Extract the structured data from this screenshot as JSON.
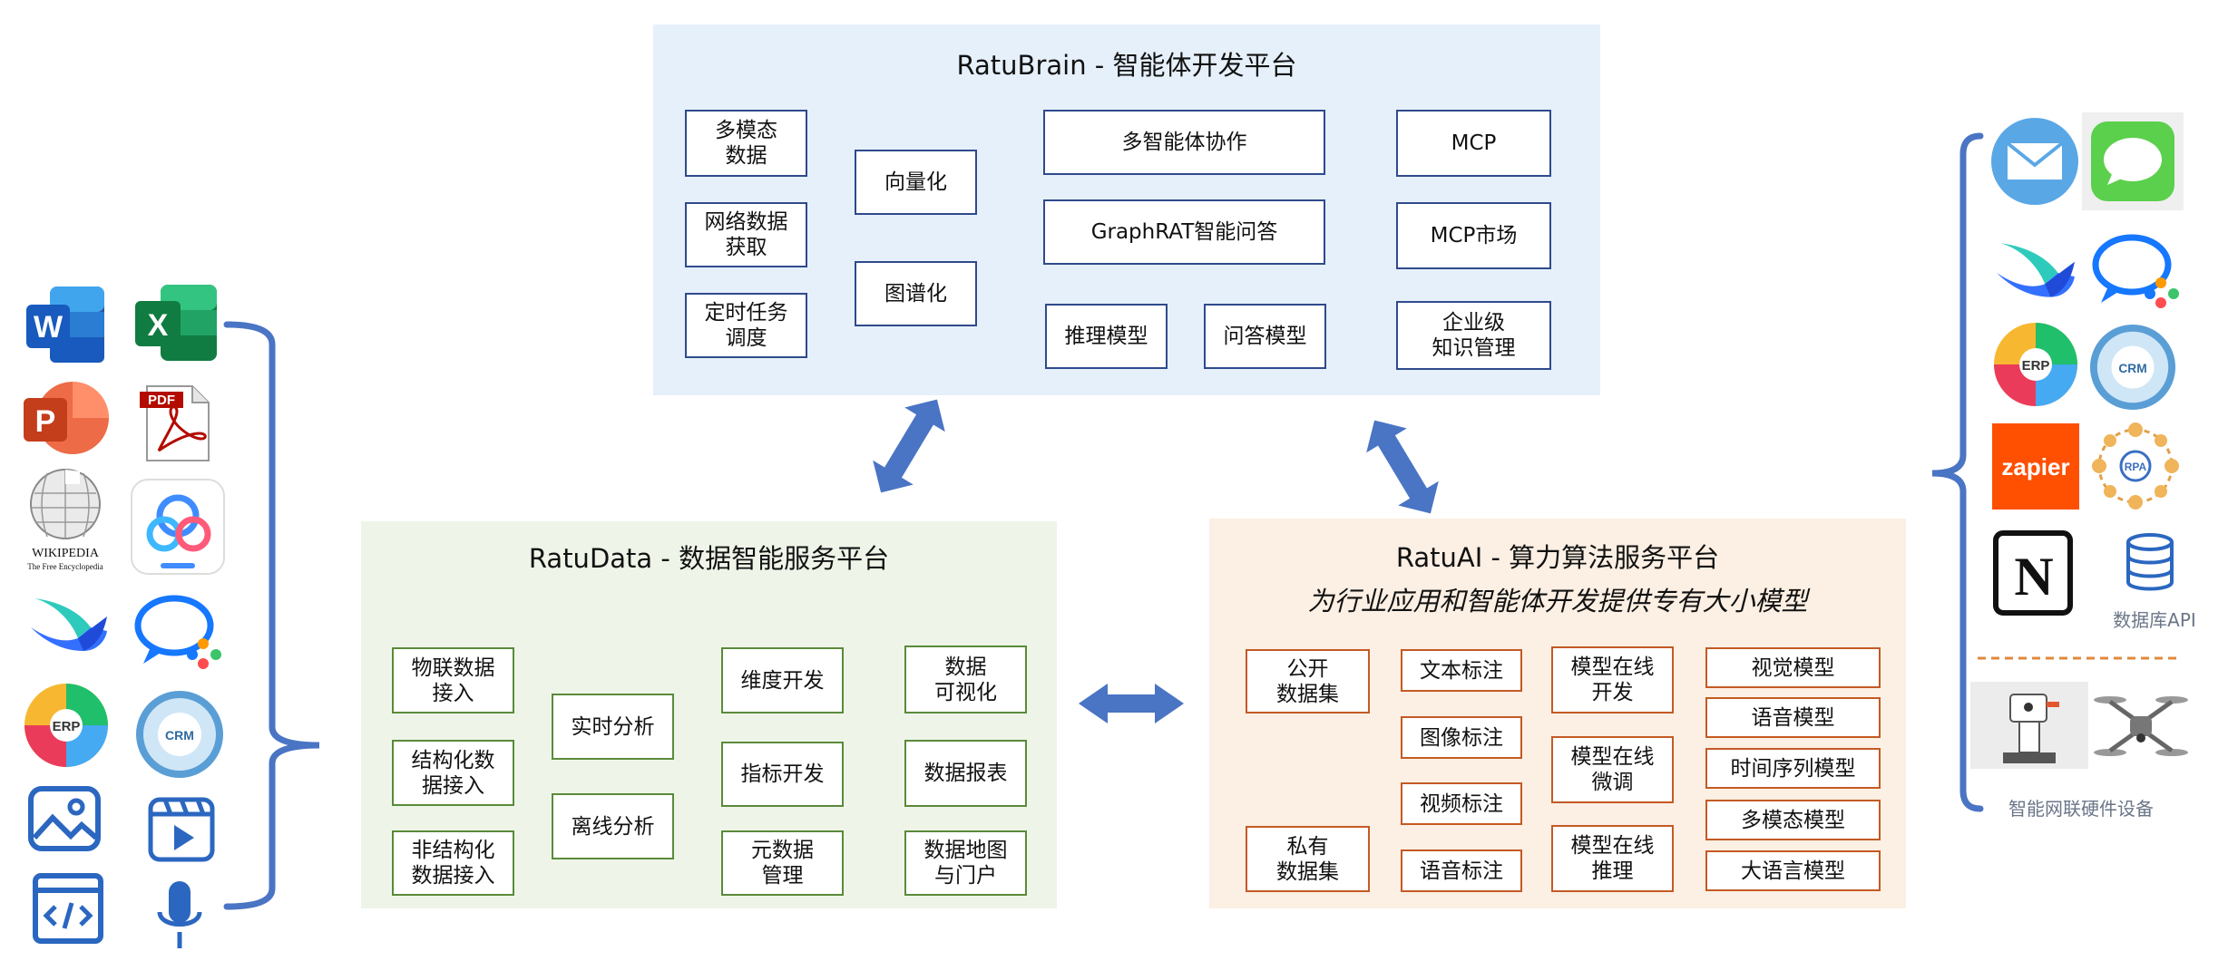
{
  "brain": {
    "title": "RatuBrain - 智能体开发平台",
    "boxes": {
      "multimodal": "多模态\n数据",
      "web": "网络数据\n获取",
      "schedule": "定时任务\n调度",
      "vector": "向量化",
      "graph": "图谱化",
      "multiagent": "多智能体协作",
      "graphrat": "GraphRAT智能问答",
      "reasoning": "推理模型",
      "qa": "问答模型",
      "mcp": "MCP",
      "mcpmarket": "MCP市场",
      "knowledge": "企业级\n知识管理"
    }
  },
  "data": {
    "title": "RatuData - 数据智能服务平台",
    "boxes": {
      "iot": "物联数据\n接入",
      "structured": "结构化数\n据接入",
      "unstructured": "非结构化\n数据接入",
      "realtime": "实时分析",
      "offline": "离线分析",
      "dimension": "维度开发",
      "metric": "指标开发",
      "metadata": "元数据\n管理",
      "visual": "数据\n可视化",
      "report": "数据报表",
      "map": "数据地图\n与门户"
    }
  },
  "ai": {
    "title": "RatuAI - 算力算法服务平台",
    "subtitle": "为行业应用和智能体开发提供专有大小模型",
    "boxes": {
      "public": "公开\n数据集",
      "private": "私有\n数据集",
      "text": "文本标注",
      "image": "图像标注",
      "video": "视频标注",
      "speech": "语音标注",
      "dev": "模型在线\n开发",
      "tune": "模型在线\n微调",
      "infer": "模型在线\n推理",
      "vision": "视觉模型",
      "voice": "语音模型",
      "timeseries": "时间序列模型",
      "multimodal": "多模态模型",
      "llm": "大语言模型"
    }
  },
  "left_sources": {
    "icons": [
      "word-icon",
      "excel-icon",
      "powerpoint-icon",
      "pdf-icon",
      "wikipedia-icon",
      "cloud-storage-icon",
      "feishu-icon",
      "chat-app-icon",
      "erp-icon",
      "crm-icon",
      "image-file-icon",
      "video-file-icon",
      "web-code-icon",
      "microphone-icon"
    ],
    "wikipedia_logo_text": "WIKIPEDIA",
    "wikipedia_tagline": "The Free Encyclopedia",
    "word_letter": "W",
    "excel_letter": "X",
    "ppt_letter": "P",
    "pdf_label": "PDF",
    "erp_label": "ERP",
    "crm_label": "CRM"
  },
  "right_sources": {
    "icons": [
      "mail-icon",
      "messages-icon",
      "feishu-icon",
      "chat-app-icon",
      "erp-icon",
      "crm-icon",
      "zapier-icon",
      "rpa-icon",
      "notion-icon",
      "database-icon",
      "robot-device-icon",
      "drone-icon"
    ],
    "zapier_label": "zapier",
    "rpa_label": "RPA",
    "notion_letter": "N",
    "erp_label": "ERP",
    "crm_label": "CRM",
    "database_caption": "数据库API",
    "hardware_caption": "智能网联硬件设备"
  },
  "colors": {
    "brain_bg": "#e6f0fb",
    "data_bg": "#eef5e8",
    "ai_bg": "#fcefe3",
    "brain_border": "#2f4a8c",
    "data_border": "#5a8a3a",
    "ai_border": "#c45a24",
    "arrow": "#4a74c4",
    "bracket": "#4a74c4",
    "separator": "#e08a3c"
  }
}
